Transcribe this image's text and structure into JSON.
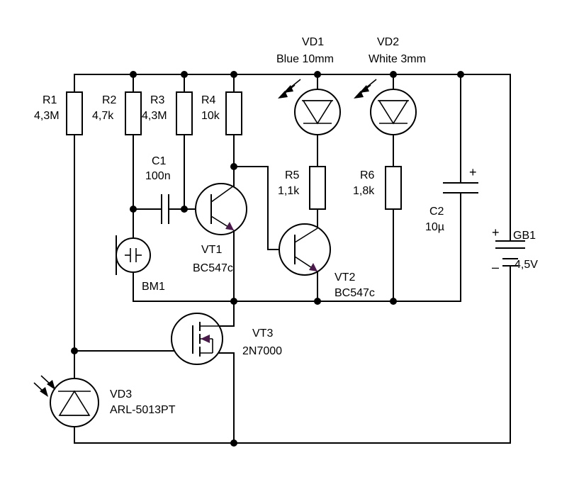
{
  "components": {
    "r1": {
      "ref": "R1",
      "value": "4,3M"
    },
    "r2": {
      "ref": "R2",
      "value": "4,7k"
    },
    "r3": {
      "ref": "R3",
      "value": "4,3M"
    },
    "r4": {
      "ref": "R4",
      "value": "10k"
    },
    "r5": {
      "ref": "R5",
      "value": "1,1k"
    },
    "r6": {
      "ref": "R6",
      "value": "1,8k"
    },
    "c1": {
      "ref": "C1",
      "value": "100n"
    },
    "c2": {
      "ref": "C2",
      "value": "10µ",
      "polarity": "+"
    },
    "vd1": {
      "ref": "VD1",
      "value": "Blue 10mm"
    },
    "vd2": {
      "ref": "VD2",
      "value": "White 3mm"
    },
    "vd3": {
      "ref": "VD3",
      "value": "ARL-5013PT"
    },
    "vt1": {
      "ref": "VT1",
      "value": "BC547c"
    },
    "vt2": {
      "ref": "VT2",
      "value": "BC547c"
    },
    "vt3": {
      "ref": "VT3",
      "value": "2N7000"
    },
    "bm1": {
      "ref": "BM1"
    },
    "gb1": {
      "ref": "GB1",
      "value": "4,5V",
      "plus": "+",
      "minus": "–"
    }
  }
}
